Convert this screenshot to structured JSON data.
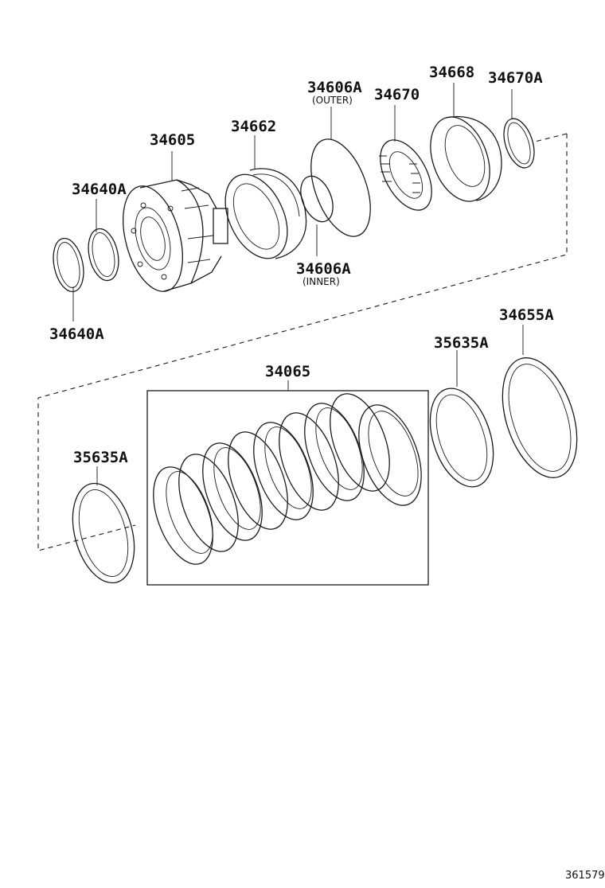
{
  "labels": {
    "p34606A_outer": "34606A",
    "p34606A_outer_note": "(OUTER)",
    "p34670": "34670",
    "p34668": "34668",
    "p34670A": "34670A",
    "p34662": "34662",
    "p34605": "34605",
    "p34640A_upper": "34640A",
    "p34640A_lower": "34640A",
    "p34606A_inner": "34606A",
    "p34606A_inner_note": "(INNER)",
    "p34655A": "34655A",
    "p35635A_right": "35635A",
    "p34065": "34065",
    "p35635A_left": "35635A"
  },
  "figure_number": "361579"
}
